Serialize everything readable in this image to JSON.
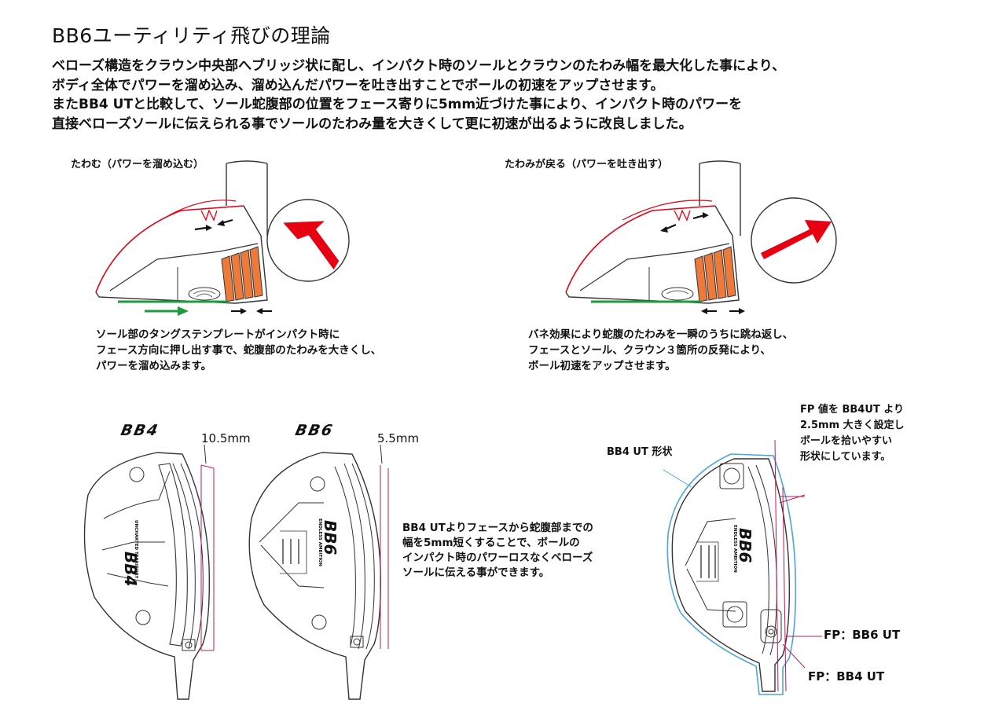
{
  "title": "BB6ユーティリティ飛びの理論",
  "intro": [
    "ベローズ構造をクラウン中央部へブリッジ状に配し、インパクト時のソールとクラウンのたわみ幅を最大化した事により、",
    "ボディ全体でパワーを溜め込み、溜め込んだパワーを吐き出すことでボールの初速をアップさせます。",
    "またBB4 UTと比較して、ソール蛇腹部の位置をフェース寄りに5mm近づけた事により、インパクト時のパワーを",
    "直接ベローズソールに伝えられる事でソールのたわみ量を大きくして更に初速が出るように改良しました。"
  ],
  "flex_left": {
    "caption": "たわむ（パワーを溜め込む）",
    "desc": [
      "ソール部のタングステンプレートがインパクト時に",
      "フェース方向に押し出す事で、蛇腹部のたわみを大きくし、",
      "パワーを溜め込みます。"
    ]
  },
  "flex_right": {
    "caption": "たわみが戻る（パワーを吐き出す）",
    "desc": [
      "バネ効果により蛇腹のたわみを一瞬のうちに跳ね返し、",
      "フェースとソール、クラウン３箇所の反発により、",
      "ボール初速をアップさせます。"
    ]
  },
  "compare": {
    "bb4_logo": "BB4",
    "bb6_logo": "BB6",
    "bb4_measure": "10.5mm",
    "bb6_measure": "5.5mm",
    "bb4_sole_text": "BB4",
    "bb4_sub_text": "UNCHARTED TERRITORY",
    "bb6_sole_text": "BB6",
    "bb6_sub_text": "ENDLESS AMBITION",
    "desc": [
      "BB4 UTよりフェースから蛇腹部までの",
      "幅を5mm短くすることで、ボールの",
      "インパクト時のパワーロスなくベローズ",
      "ソールに伝える事ができます。"
    ]
  },
  "fp": {
    "shape_label": "BB4 UT 形状",
    "note": [
      "FP 値を BB4UT より",
      "2.5mm 大きく設定し",
      "ボールを拾いやすい",
      "形状にしています。"
    ],
    "label_bb6": "FP：BB6 UT",
    "label_bb4": "FP：BB4 UT",
    "sole_text": "BB6",
    "sub_text": "ENDLESS AMBITION"
  },
  "colors": {
    "red": "#e60012",
    "green": "#1f9a3c",
    "orange": "#ee7a3a",
    "blue": "#4aa6dd",
    "crimson": "#c2185b"
  }
}
